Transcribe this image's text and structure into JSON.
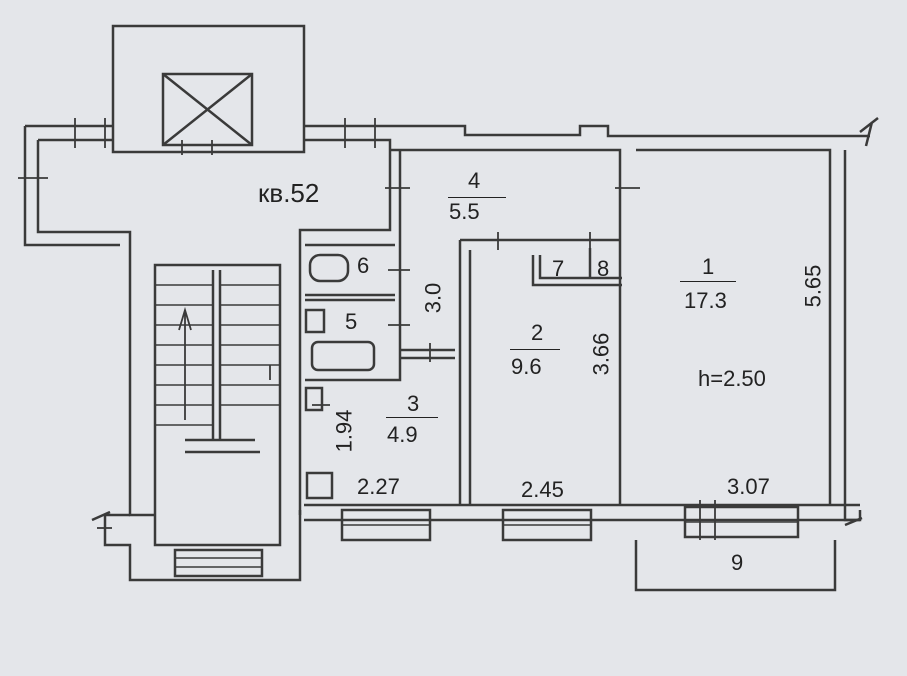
{
  "plan": {
    "apartment_label": "кв.52",
    "height_label": "h=2.50",
    "rooms": [
      {
        "number": "1",
        "area": "17.3"
      },
      {
        "number": "2",
        "area": "9.6"
      },
      {
        "number": "3",
        "area": "4.9"
      },
      {
        "number": "4",
        "area": "5.5"
      },
      {
        "number": "5"
      },
      {
        "number": "6"
      },
      {
        "number": "7"
      },
      {
        "number": "8"
      },
      {
        "number": "9"
      }
    ],
    "dimensions": {
      "room1_length": "5.65",
      "room1_width": "3.07",
      "room2_length": "3.66",
      "room2_width": "2.45",
      "kitchen_length": "1.94",
      "kitchen_width": "2.27",
      "hall_width": "3.0"
    },
    "colors": {
      "line": "#3a3a3a",
      "background": "#e4e6ea"
    }
  }
}
